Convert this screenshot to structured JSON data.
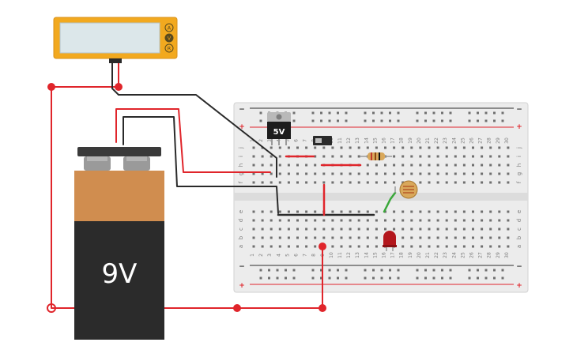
{
  "battery": {
    "label": "9V",
    "colors": {
      "top": "#d08d4f",
      "bottom": "#2b2b2b",
      "cap": "#3a3a3a",
      "terminal": "#9a9a9a",
      "label": "#ffffff"
    }
  },
  "regulator": {
    "label": "5V"
  },
  "multimeter": {
    "modes": [
      "A",
      "V",
      "R"
    ],
    "selected_mode": "V",
    "colors": {
      "body": "#f2a91f",
      "screen": "#dce7ea",
      "dial": "#5a4a1e"
    }
  },
  "breadboard": {
    "columns": [
      "1",
      "2",
      "3",
      "4",
      "5",
      "6",
      "7",
      "8",
      "9",
      "10",
      "11",
      "12",
      "13",
      "14",
      "15",
      "16",
      "17",
      "18",
      "19",
      "20",
      "21",
      "22",
      "23",
      "24",
      "25",
      "26",
      "27",
      "28",
      "29",
      "30"
    ],
    "top_row_letters": [
      "j",
      "i",
      "h",
      "g",
      "f"
    ],
    "bottom_row_letters": [
      "e",
      "d",
      "c",
      "b",
      "a"
    ],
    "rail_plus": "+",
    "rail_minus": "−",
    "colors": {
      "body": "#ececec",
      "hole": "#6f6f6f",
      "plus_rail": "#e0252b",
      "minus_rail": "#2b2b2b",
      "text": "#7a7a7a"
    }
  },
  "wire_colors": {
    "red": "#e0252b",
    "black": "#2a2a2a",
    "green": "#3aa83a"
  },
  "led_color": "#b3161c",
  "resistor_color": "#d9a85b"
}
